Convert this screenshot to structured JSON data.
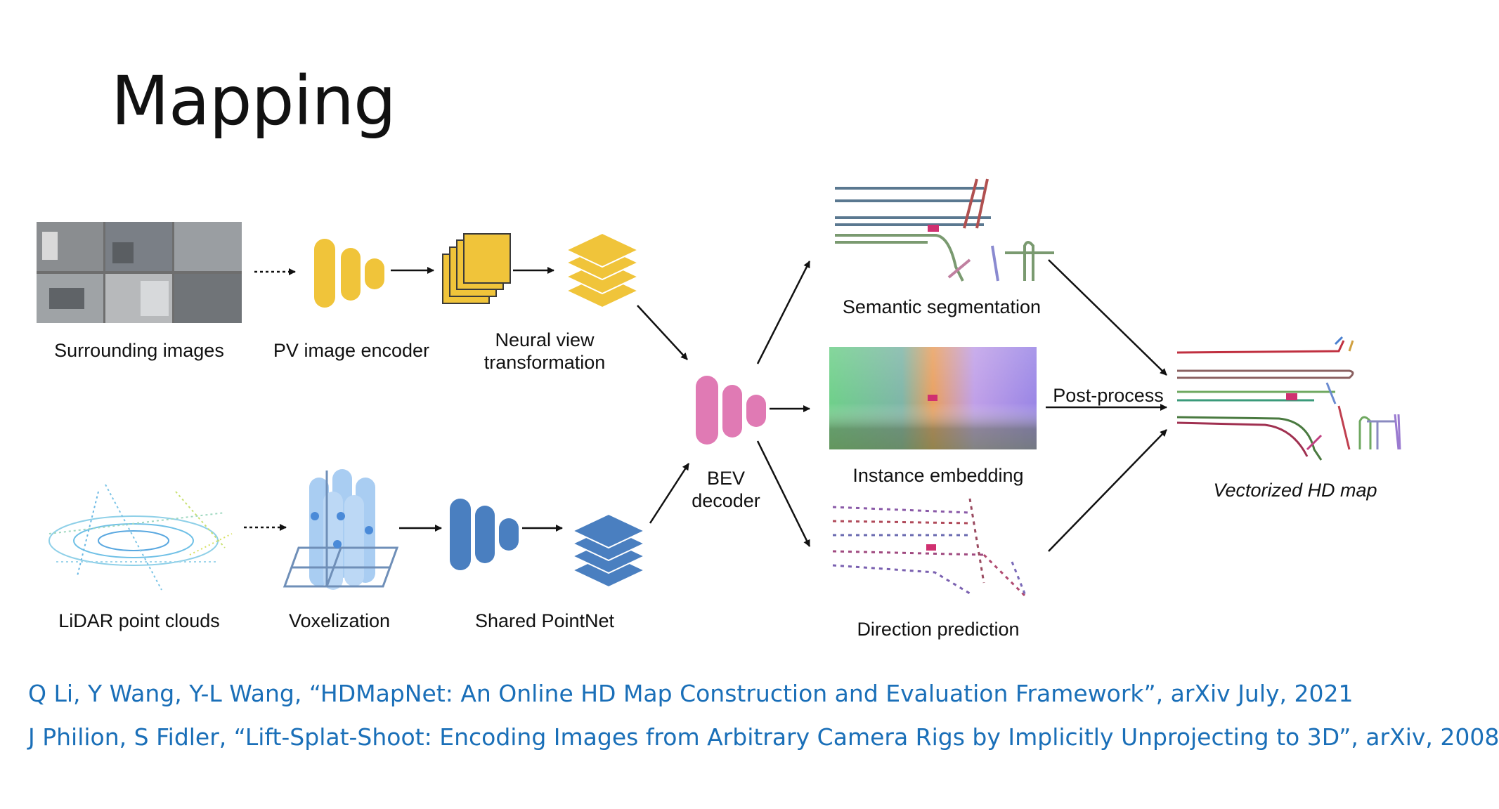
{
  "slide": {
    "title": "Mapping"
  },
  "labels": {
    "surrounding_images": "Surrounding images",
    "pv_image_encoder": "PV image encoder",
    "neural_view_line1": "Neural view",
    "neural_view_line2": "transformation",
    "lidar_point_clouds": "LiDAR point clouds",
    "voxelization": "Voxelization",
    "shared_pointnet": "Shared PointNet",
    "bev_line1": "BEV",
    "bev_line2": "decoder",
    "semantic_segmentation": "Semantic segmentation",
    "instance_embedding": "Instance embedding",
    "direction_prediction": "Direction prediction",
    "post_process": "Post-process",
    "vectorized_hd_map": "Vectorized HD map"
  },
  "references": [
    "Q Li, Y Wang, Y-L Wang, “HDMapNet: An Online HD Map Construction and Evaluation Framework”, arXiv July, 2021",
    "J Philion, S Fidler, “Lift-Splat-Shoot: Encoding Images from Arbitrary Camera Rigs by Implicitly Unprojecting to 3D”, arXiv, 2008"
  ],
  "colors": {
    "encoder_yellow": "#f0c43a",
    "pointnet_blue": "#4a7fc0",
    "bev_pink": "#e07ab4",
    "voxel_light_blue": "#a9cdf2",
    "reference_blue": "#1a6fb8"
  }
}
